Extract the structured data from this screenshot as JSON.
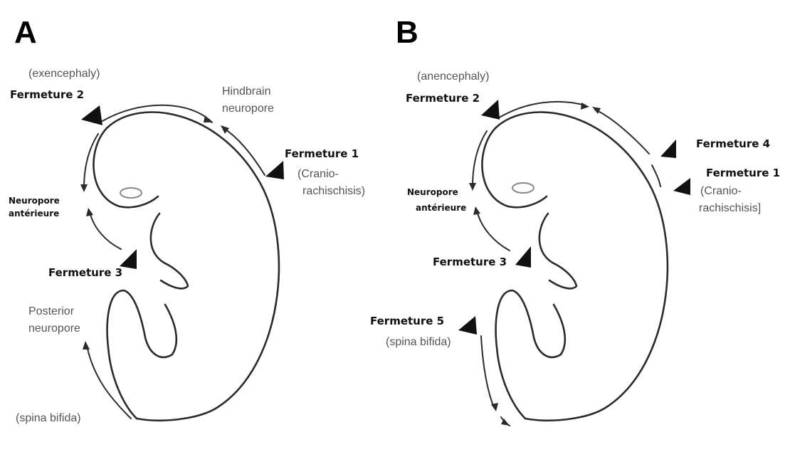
{
  "panels": [
    {
      "letter": "A",
      "labels": {
        "defect_top": "(exencephaly)",
        "closure2": "Fermeture 2",
        "hindbrain_1": "Hindbrain",
        "hindbrain_2": "neuropore",
        "closure1": "Fermeture 1",
        "cranio_1": "(Cranio-",
        "cranio_2": "rachischisis)",
        "anterior_1": "Neuropore",
        "anterior_2": "antérieure",
        "closure3": "Fermeture 3",
        "posterior_1": "Posterior",
        "posterior_2": "neuropore",
        "spina": "(spina bifida)"
      }
    },
    {
      "letter": "B",
      "labels": {
        "defect_top": "(anencephaly)",
        "closure2": "Fermeture 2",
        "closure4": "Fermeture 4",
        "closure1": "Fermeture 1",
        "cranio_1": "(Cranio-",
        "cranio_2": "rachischisis]",
        "anterior_1": "Neuropore",
        "anterior_2": "antérieure",
        "closure3": "Fermeture 3",
        "closure5": "Fermeture 5",
        "spina": "(spina bifida)"
      }
    }
  ],
  "colors": {
    "outline": "#2b2b2b",
    "triangle": "#111111",
    "gray_text": "#555555"
  }
}
